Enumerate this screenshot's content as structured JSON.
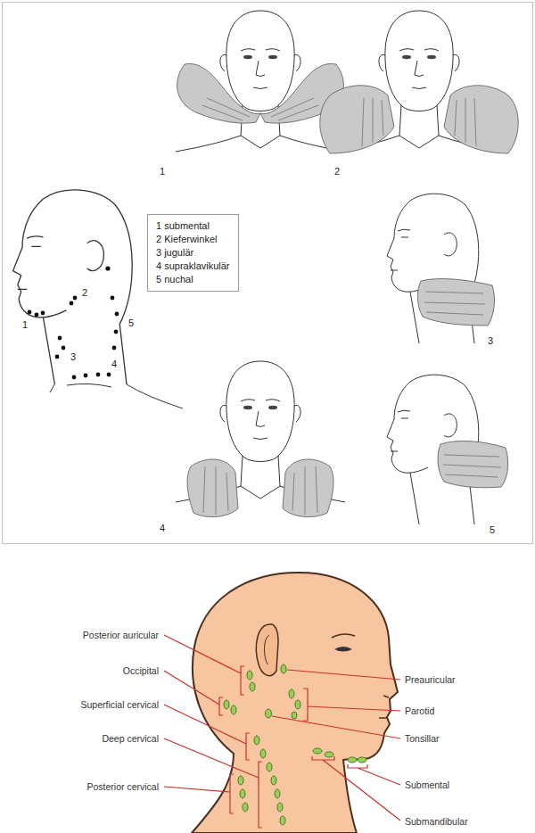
{
  "diagram": {
    "nodes": [
      {
        "text": [
          "1 submental",
          "2 Kieferwinkel",
          "3 jugulär",
          "4 supraklavikulär",
          "5 nuchal"
        ]
      }
    ],
    "labels": [
      "1",
      "2",
      "1",
      "2",
      "3",
      "5",
      "4",
      "3",
      "4",
      "5",
      "Posterior auricular",
      "Occipital",
      "Superficial cervical",
      "Deep cervical",
      "Posterior cervical",
      "Preauricular",
      "Parotid",
      "Tonsillar",
      "Submental",
      "Submandibular"
    ]
  }
}
